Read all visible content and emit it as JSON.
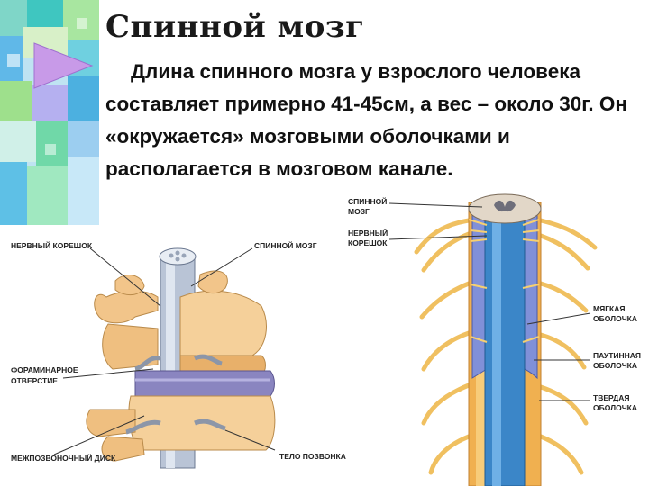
{
  "slide": {
    "title": "Спинной мозг",
    "paragraph": "Длина спинного мозга у взрослого человека составляет примерно 41-45см, а вес – около 30г. Он «окружается» мозговыми оболочками и располагается в мозговом канале."
  },
  "left_figure": {
    "labels": {
      "nerve_root": "НЕРВНЫЙ КОРЕШОК",
      "spinal_cord": "СПИННОЙ МОЗГ",
      "foramen_1": "ФОРАМИНАРНОЕ",
      "foramen_2": "ОТВЕРСТИЕ",
      "disc": "МЕЖПОЗВОНОЧНЫЙ ДИСК",
      "vertebra_body": "ТЕЛО ПОЗВОНКА"
    }
  },
  "right_figure": {
    "labels": {
      "spinal_cord_1": "СПИННОЙ",
      "spinal_cord_2": "МОЗГ",
      "nerve_root_1": "НЕРВНЫЙ",
      "nerve_root_2": "КОРЕШОК",
      "pia_1": "МЯГКАЯ",
      "pia_2": "ОБОЛОЧКА",
      "arachnoid_1": "ПАУТИННАЯ",
      "arachnoid_2": "ОБОЛОЧКА",
      "dura_1": "ТВЕРДАЯ",
      "dura_2": "ОБОЛОЧКА"
    }
  }
}
